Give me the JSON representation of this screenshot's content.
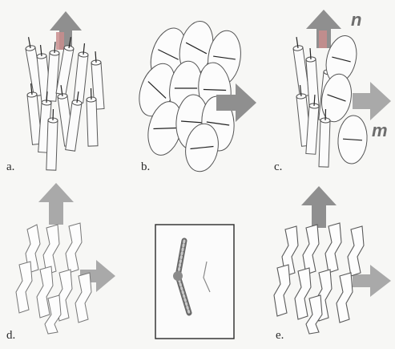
{
  "panels": {
    "a": {
      "label": "a."
    },
    "b": {
      "label": "b."
    },
    "c": {
      "label": "c.",
      "n_label": "n",
      "m_label": "m"
    },
    "d": {
      "label": "d."
    },
    "e": {
      "label": "e."
    }
  },
  "colors": {
    "arrow": "#8f8f8f",
    "arrow_light": "#a9a9a9",
    "outline": "#555555",
    "background": "#f7f7f5"
  },
  "icons": {
    "director_arrow": "block-arrow",
    "rod": "cylinder-with-stick",
    "disc": "ellipse-with-stick",
    "bent_core": "bent-molecule"
  }
}
